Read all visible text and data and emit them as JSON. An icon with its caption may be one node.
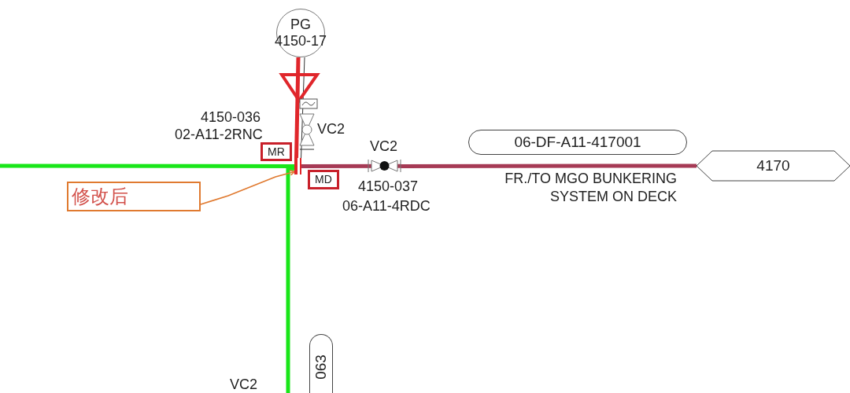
{
  "diagram": {
    "nodes": [
      {
        "text": [
          "PG",
          "4150-17"
        ]
      },
      {
        "text": [
          "MR"
        ]
      },
      {
        "text": [
          "MD"
        ]
      },
      {
        "text": [
          "06-DF-A11-417001"
        ]
      },
      {
        "text": [
          "4170"
        ]
      },
      {
        "text": [
          "修改后"
        ]
      },
      {
        "text": [
          "063"
        ]
      },
      {
        "text": [],
        "shape": "bar"
      }
    ],
    "edges": [
      {
        "from": 0,
        "to": 7,
        "arrow": "none",
        "color": "#e0262b"
      },
      {
        "from": 7,
        "to": 4,
        "arrow": "none",
        "color": "#a63a55"
      },
      {
        "from": null,
        "to": 7,
        "arrow": "none",
        "color": "#19e619"
      },
      {
        "from": 7,
        "to": null,
        "arrow": "none",
        "color": "#19e619"
      },
      {
        "from": 5,
        "to": 7,
        "arrow": "to",
        "color": "#e07a30"
      },
      {
        "from": 0,
        "to": 7,
        "arrow": "none",
        "color": "#333333"
      }
    ],
    "labels": [
      "4150-036",
      "02-A11-2RNC",
      "VC2",
      "VC2",
      "4150-037",
      "06-A11-4RDC",
      "FR./TO MGO BUNKERING SYSTEM ON DECK",
      "VC2"
    ]
  }
}
